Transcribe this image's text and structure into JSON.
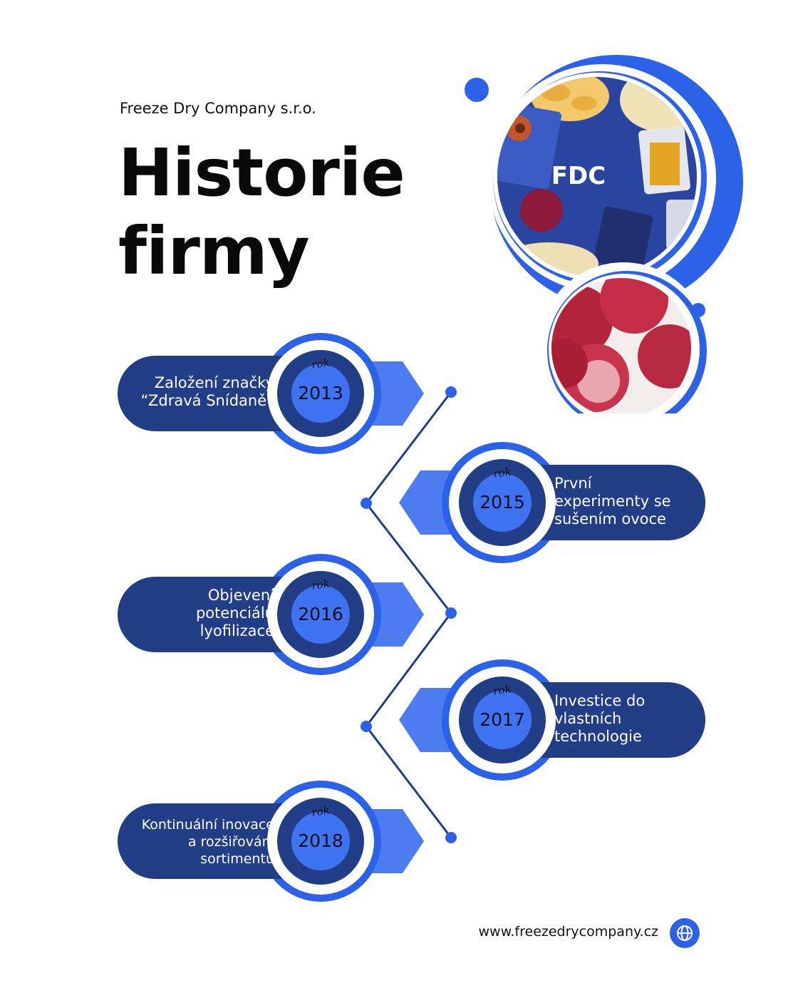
{
  "header": {
    "company": "Freeze Dry Company s.r.o.",
    "title_line1": "Historie",
    "title_line2": "firmy"
  },
  "hero": {
    "brand_label": "FDC",
    "ring_color": "#2c62e8",
    "panel_color": "#2a45a0"
  },
  "timeline": [
    {
      "rok": "rok",
      "year": "2013",
      "label_line1": "Založení značky",
      "label_line2": "“Zdravá Snídaně”",
      "label_line3": ""
    },
    {
      "rok": "rok",
      "year": "2015",
      "label_line1": "První",
      "label_line2": "experimenty se",
      "label_line3": "sušením ovoce"
    },
    {
      "rok": "rok",
      "year": "2016",
      "label_line1": "Objevení",
      "label_line2": "potenciálu",
      "label_line3": "lyofilizace"
    },
    {
      "rok": "rok",
      "year": "2017",
      "label_line1": "Investice do",
      "label_line2": "vlastních",
      "label_line3": "technologie"
    },
    {
      "rok": "rok",
      "year": "2018",
      "label_line1": "Kontinuální inovace",
      "label_line2": "a rozšiřování",
      "label_line3": "sortimentu"
    }
  ],
  "footer": {
    "url": "www.freezedrycompany.cz",
    "icon": "globe-icon"
  },
  "colors": {
    "pill": "#223e87",
    "accent": "#2c62e8",
    "year_circle": "#3f73f2",
    "arrow": "#4d7cf0"
  }
}
